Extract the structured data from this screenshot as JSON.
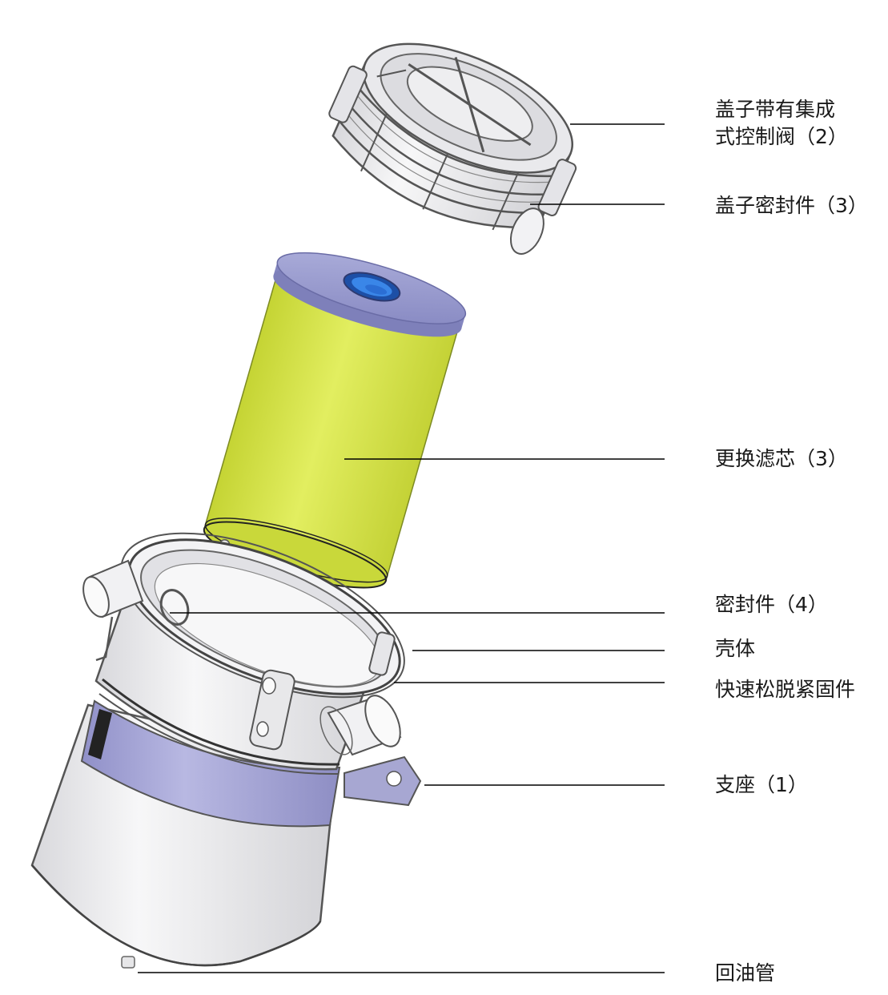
{
  "labels": {
    "cover_valve_line1": "盖子带有集成",
    "cover_valve_line2": "式控制阀（2）",
    "cover_seal": "盖子密封件（3）",
    "filter_element": "更换滤芯（3）",
    "seal_4": "密封件（4）",
    "housing": "壳体",
    "quick_release": "快速松脱紧固件",
    "bracket": "支座（1）",
    "return_pipe": "回油管"
  },
  "colors": {
    "filter_yellow": "#d4e23a",
    "end_cap_lavender": "#9a9cd0",
    "band_lavender": "#a9a9d6",
    "metal_white": "#ededef",
    "outline": "#4a4a4a",
    "leader_line": "#000000",
    "core_blue": "#2b6ed4"
  }
}
